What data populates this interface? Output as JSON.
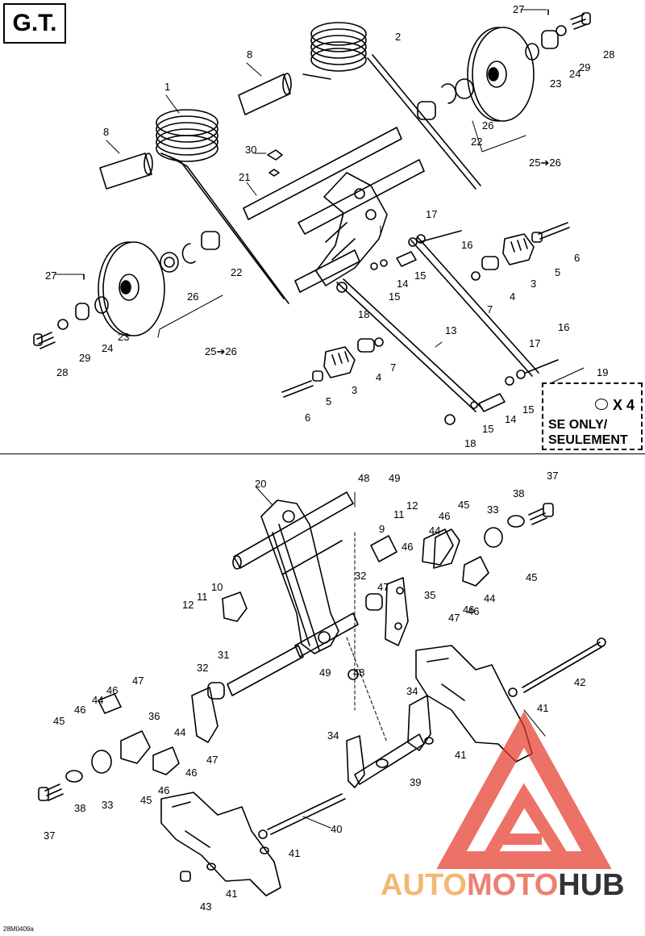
{
  "model": "G.T.",
  "se_note": {
    "qty": "X 4",
    "line1": "SE ONLY/",
    "line2": "SEULEMENT"
  },
  "drawing_code": "28M0409a",
  "watermark": {
    "part1": "AUTO",
    "part2": "MOTO",
    "part3": "HUB"
  },
  "colors": {
    "ink": "#000000",
    "wm_red": "#e53b2c",
    "wm_orange": "#f3b873",
    "wm_dark": "#333333"
  },
  "callouts": [
    {
      "t": "27"
    },
    {
      "t": "2"
    },
    {
      "t": "28"
    },
    {
      "t": "8"
    },
    {
      "t": "29"
    },
    {
      "t": "24"
    },
    {
      "t": "23"
    },
    {
      "t": "1"
    },
    {
      "t": "26"
    },
    {
      "t": "22"
    },
    {
      "t": "8"
    },
    {
      "t": "30"
    },
    {
      "t": "25➔26"
    },
    {
      "t": "21"
    },
    {
      "t": "17"
    },
    {
      "t": "16"
    },
    {
      "t": "6"
    },
    {
      "t": "5"
    },
    {
      "t": "15"
    },
    {
      "t": "14"
    },
    {
      "t": "3"
    },
    {
      "t": "22"
    },
    {
      "t": "27"
    },
    {
      "t": "26"
    },
    {
      "t": "15"
    },
    {
      "t": "4"
    },
    {
      "t": "18"
    },
    {
      "t": "7"
    },
    {
      "t": "23"
    },
    {
      "t": "24"
    },
    {
      "t": "29"
    },
    {
      "t": "13"
    },
    {
      "t": "25➔26"
    },
    {
      "t": "16"
    },
    {
      "t": "17"
    },
    {
      "t": "28"
    },
    {
      "t": "7"
    },
    {
      "t": "4"
    },
    {
      "t": "19"
    },
    {
      "t": "3"
    },
    {
      "t": "5"
    },
    {
      "t": "15"
    },
    {
      "t": "14"
    },
    {
      "t": "6"
    },
    {
      "t": "15"
    },
    {
      "t": "18"
    },
    {
      "t": "20"
    },
    {
      "t": "48"
    },
    {
      "t": "49"
    },
    {
      "t": "37"
    },
    {
      "t": "38"
    },
    {
      "t": "12"
    },
    {
      "t": "45"
    },
    {
      "t": "33"
    },
    {
      "t": "11"
    },
    {
      "t": "46"
    },
    {
      "t": "9"
    },
    {
      "t": "44"
    },
    {
      "t": "46"
    },
    {
      "t": "45"
    },
    {
      "t": "10"
    },
    {
      "t": "32"
    },
    {
      "t": "47"
    },
    {
      "t": "35"
    },
    {
      "t": "44"
    },
    {
      "t": "46"
    },
    {
      "t": "12"
    },
    {
      "t": "11"
    },
    {
      "t": "47"
    },
    {
      "t": "46"
    },
    {
      "t": "42"
    },
    {
      "t": "31"
    },
    {
      "t": "49"
    },
    {
      "t": "48"
    },
    {
      "t": "32"
    },
    {
      "t": "47"
    },
    {
      "t": "34"
    },
    {
      "t": "46"
    },
    {
      "t": "41"
    },
    {
      "t": "44"
    },
    {
      "t": "36"
    },
    {
      "t": "45"
    },
    {
      "t": "46"
    },
    {
      "t": "44"
    },
    {
      "t": "34"
    },
    {
      "t": "41"
    },
    {
      "t": "47"
    },
    {
      "t": "46"
    },
    {
      "t": "39"
    },
    {
      "t": "33"
    },
    {
      "t": "46"
    },
    {
      "t": "38"
    },
    {
      "t": "45"
    },
    {
      "t": "37"
    },
    {
      "t": "40"
    },
    {
      "t": "41"
    },
    {
      "t": "41"
    },
    {
      "t": "43"
    }
  ]
}
